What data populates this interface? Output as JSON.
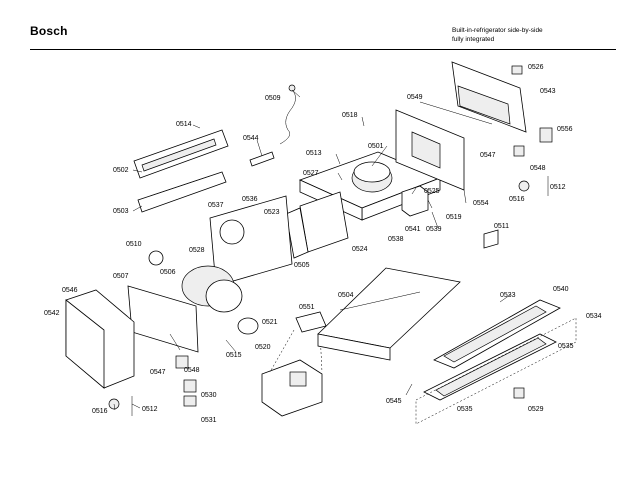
{
  "header": {
    "brand": "Bosch",
    "subtitle_line1": "Built-in-refrigerator side-by-side",
    "subtitle_line2": "fully integrated"
  },
  "callouts": [
    {
      "id": "0502",
      "label": "0502"
    },
    {
      "id": "0503",
      "label": "0503"
    },
    {
      "id": "0504",
      "label": "0504"
    },
    {
      "id": "0505",
      "label": "0505"
    },
    {
      "id": "0506",
      "label": "0506"
    },
    {
      "id": "0507",
      "label": "0507"
    },
    {
      "id": "0509",
      "label": "0509"
    },
    {
      "id": "0510",
      "label": "0510"
    },
    {
      "id": "0511",
      "label": "0511"
    },
    {
      "id": "0512a",
      "label": "0512"
    },
    {
      "id": "0512b",
      "label": "0512"
    },
    {
      "id": "0513",
      "label": "0513"
    },
    {
      "id": "0514",
      "label": "0514"
    },
    {
      "id": "0515",
      "label": "0515"
    },
    {
      "id": "0516a",
      "label": "0516"
    },
    {
      "id": "0516b",
      "label": "0516"
    },
    {
      "id": "0518",
      "label": "0518"
    },
    {
      "id": "0519",
      "label": "0519"
    },
    {
      "id": "0520",
      "label": "0520"
    },
    {
      "id": "0521",
      "label": "0521"
    },
    {
      "id": "0523",
      "label": "0523"
    },
    {
      "id": "0524",
      "label": "0524"
    },
    {
      "id": "0525",
      "label": "0525"
    },
    {
      "id": "0526",
      "label": "0526"
    },
    {
      "id": "0527",
      "label": "0527"
    },
    {
      "id": "0528",
      "label": "0528"
    },
    {
      "id": "0529",
      "label": "0529"
    },
    {
      "id": "0530",
      "label": "0530"
    },
    {
      "id": "0531",
      "label": "0531"
    },
    {
      "id": "0533",
      "label": "0533"
    },
    {
      "id": "0534",
      "label": "0534"
    },
    {
      "id": "0535a",
      "label": "0535"
    },
    {
      "id": "0535b",
      "label": "0535"
    },
    {
      "id": "0536",
      "label": "0536"
    },
    {
      "id": "0537",
      "label": "0537"
    },
    {
      "id": "0538",
      "label": "0538"
    },
    {
      "id": "0539",
      "label": "0539"
    },
    {
      "id": "0540",
      "label": "0540"
    },
    {
      "id": "0541",
      "label": "0541"
    },
    {
      "id": "0542",
      "label": "0542"
    },
    {
      "id": "0543",
      "label": "0543"
    },
    {
      "id": "0544",
      "label": "0544"
    },
    {
      "id": "0545",
      "label": "0545"
    },
    {
      "id": "0546",
      "label": "0546"
    },
    {
      "id": "0547a",
      "label": "0547"
    },
    {
      "id": "0547b",
      "label": "0547"
    },
    {
      "id": "0548a",
      "label": "0548"
    },
    {
      "id": "0548b",
      "label": "0548"
    },
    {
      "id": "0549",
      "label": "0549"
    },
    {
      "id": "0551",
      "label": "0551"
    },
    {
      "id": "0554",
      "label": "0554"
    },
    {
      "id": "0556",
      "label": "0556"
    },
    {
      "id": "0501",
      "label": "0501"
    }
  ]
}
